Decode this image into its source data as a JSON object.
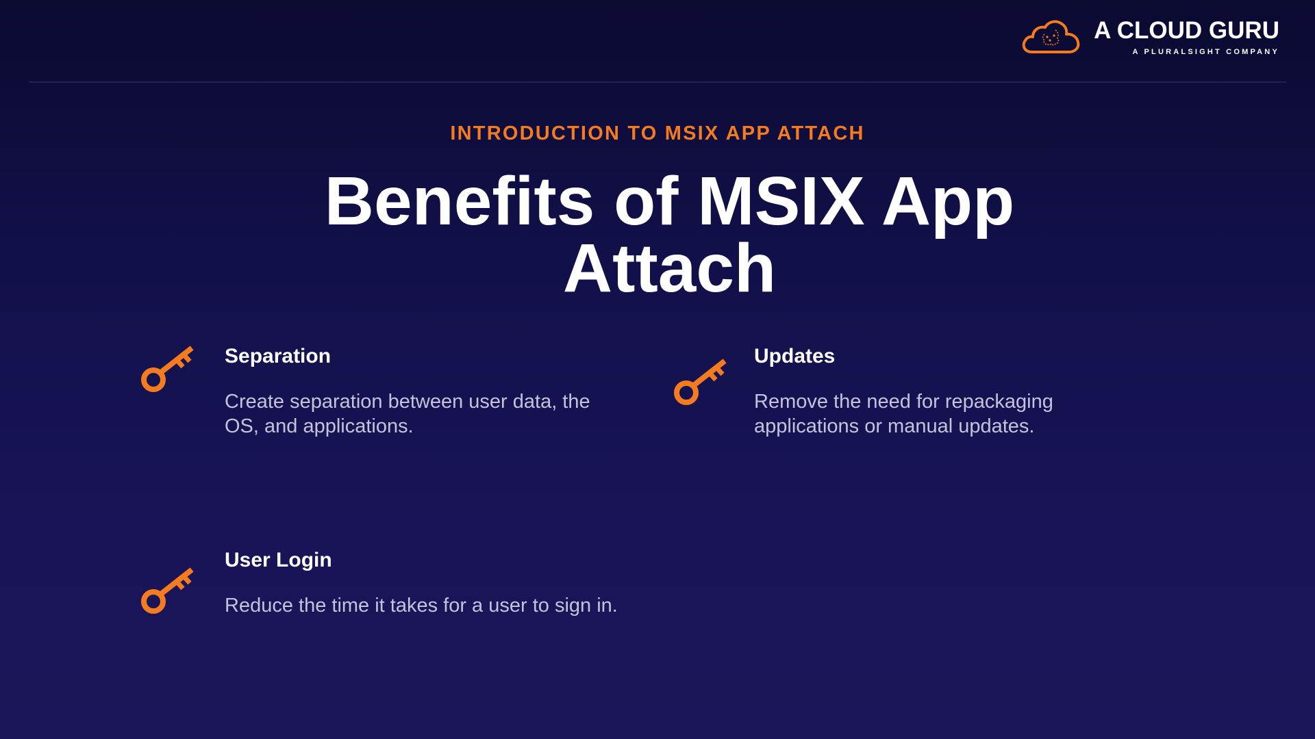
{
  "brand": {
    "name": "A CLOUD GURU",
    "tagline": "A PLURALSIGHT COMPANY",
    "accent_color": "#f47b20",
    "logo_icon": "cloud-brain-icon"
  },
  "slide": {
    "kicker": "INTRODUCTION TO MSIX APP ATTACH",
    "title": "Benefits of MSIX App Attach"
  },
  "features": [
    {
      "icon": "key-icon",
      "heading": "Separation",
      "text": "Create separation between user data, the OS, and applications."
    },
    {
      "icon": "key-icon",
      "heading": "Updates",
      "text": "Remove the need for repackaging applications or manual updates."
    },
    {
      "icon": "key-icon",
      "heading": "User Login",
      "text": "Reduce the time it takes for a user to sign in."
    }
  ]
}
